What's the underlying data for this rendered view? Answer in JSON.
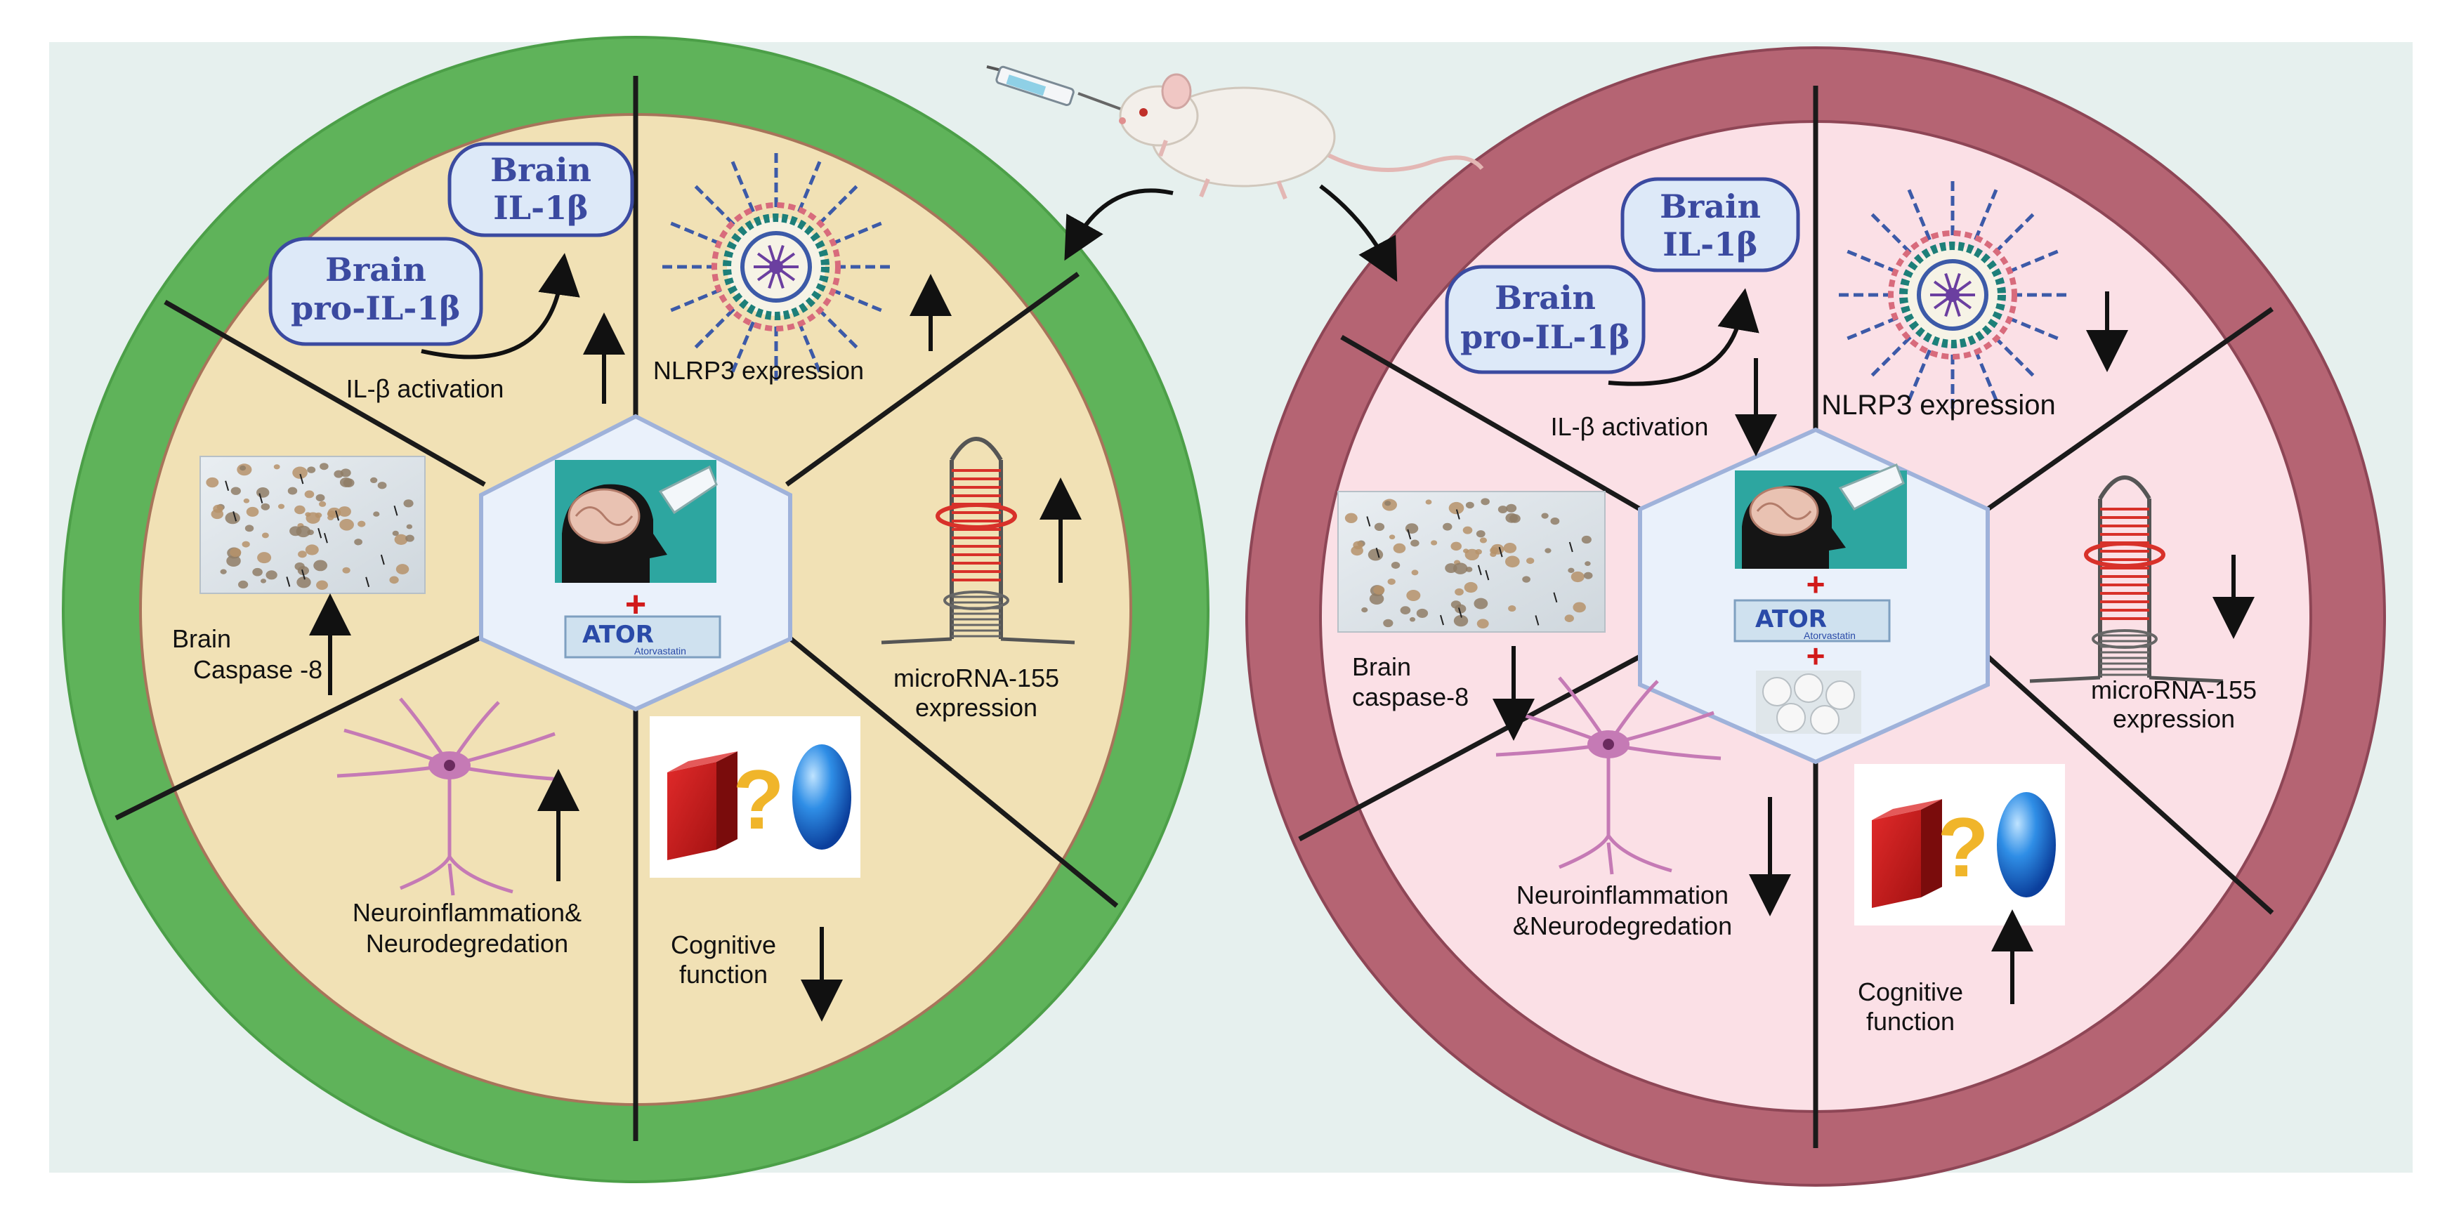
{
  "colors": {
    "background": "#e6f0ee",
    "left_ring": "#5fb35a",
    "left_fill": "#f1e1b5",
    "right_ring": "#b56473",
    "right_fill": "#fbe0e6",
    "hexagon_fill": "#eaf1fb",
    "hexagon_stroke": "#9fb2da",
    "arrow": "#111111",
    "nlrp3_blue": "#3c5aa8",
    "nlrp3_pink": "#d86b7c",
    "nlrp3_teal": "#1d7f79",
    "mirna_red": "#d8312a",
    "neuron": "#c57ab5",
    "cube_red": "#c51d1d",
    "question": "#f0b52a",
    "sphere_blue": "#1e78d8"
  },
  "left": {
    "il1b": {
      "pro": [
        "Brain",
        "pro-IL-1β"
      ],
      "active": [
        "Brain",
        "IL-1β"
      ],
      "label": "IL-β activation",
      "direction": "up"
    },
    "nlrp3": {
      "label": "NLRP3 expression",
      "direction": "up"
    },
    "mirna": {
      "label": [
        "microRNA-155",
        "expression"
      ],
      "direction": "up"
    },
    "cognitive": {
      "label": [
        "Cognitive",
        "function"
      ],
      "direction": "down"
    },
    "neuro": {
      "label": [
        "Neuroinflammation&",
        "Neurodegredation"
      ],
      "direction": "up"
    },
    "caspase": {
      "label": [
        "Brain",
        "Caspase -8"
      ],
      "direction": "up"
    },
    "center": {
      "plus": "+",
      "ator": "ATOR",
      "ator_sub": "Atorvastatin"
    }
  },
  "right": {
    "il1b": {
      "pro": [
        "Brain",
        "pro-IL-1β"
      ],
      "active": [
        "Brain",
        "IL-1β"
      ],
      "label": "IL-β activation",
      "direction": "down"
    },
    "nlrp3": {
      "label": "NLRP3 expression",
      "direction": "down"
    },
    "mirna": {
      "label": [
        "microRNA-155",
        "expression"
      ],
      "direction": "down"
    },
    "cognitive": {
      "label": [
        "Cognitive",
        "function"
      ],
      "direction": "up"
    },
    "neuro": {
      "label": [
        "Neuroinflammation",
        "&Neurodegredation"
      ],
      "direction": "down"
    },
    "caspase": {
      "label": [
        "Brain",
        "caspase-8"
      ],
      "direction": "down"
    },
    "center": {
      "plus1": "+",
      "plus2": "+",
      "ator": "ATOR",
      "ator_sub": "Atorvastatin"
    }
  }
}
